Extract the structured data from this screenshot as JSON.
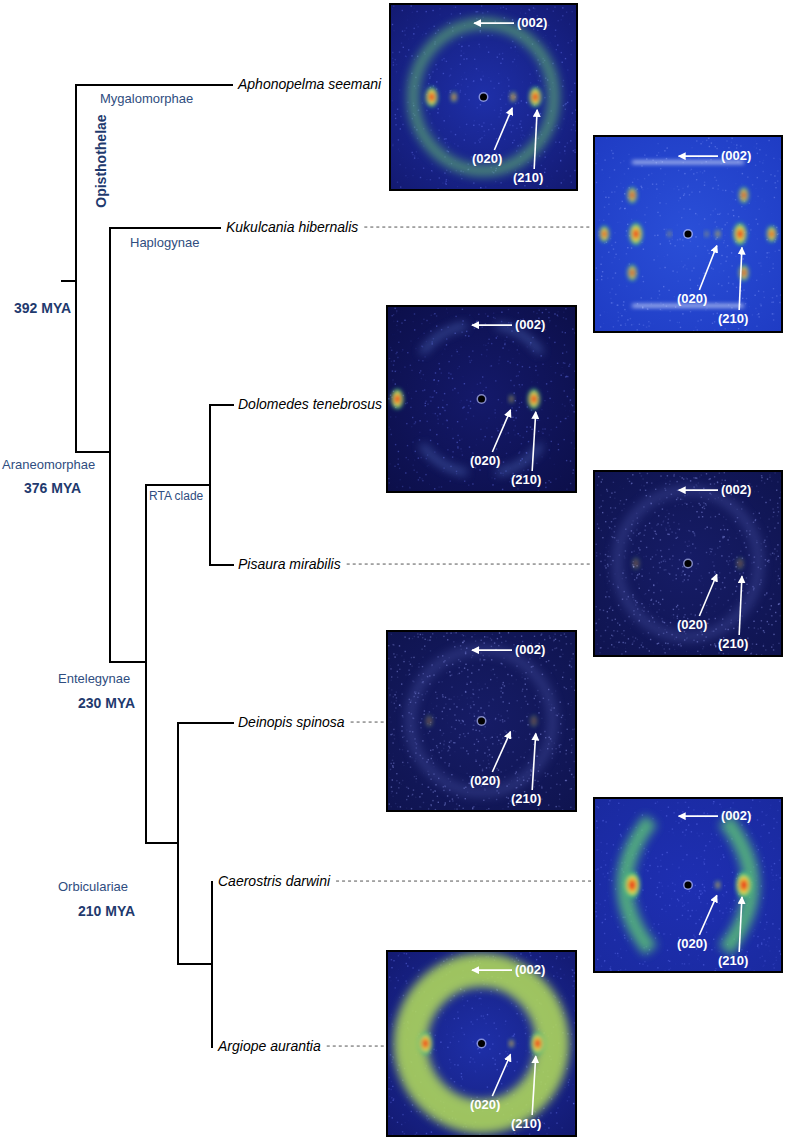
{
  "diagram": {
    "nodes": [
      {
        "text": [
          "(002)",
          "(020)",
          "(210)"
        ]
      },
      {
        "text": [
          "(002)",
          "(020)",
          "(210)"
        ]
      },
      {
        "text": [
          "(002)",
          "(020)",
          "(210)"
        ]
      },
      {
        "text": [
          "(002)",
          "(020)",
          "(210)"
        ]
      },
      {
        "text": [
          "(002)",
          "(020)",
          "(210)"
        ]
      },
      {
        "text": [
          "(002)",
          "(020)",
          "(210)"
        ]
      },
      {
        "text": [
          "(002)",
          "(020)",
          "(210)"
        ]
      }
    ],
    "labels": [
      "Opisthothelae",
      "392 MYA",
      "Mygalomorphae",
      "Aphonopelma seemani",
      "Haplogynae",
      "Kukulcania hibernalis",
      "Araneomorphae",
      "376 MYA",
      "RTA clade",
      "Dolomedes tenebrosus",
      "Pisaura mirabilis",
      "Entelegynae",
      "230 MYA",
      "Deinopis spinosa",
      "Orbiculariae",
      "210 MYA",
      "Caerostris darwini",
      "Argiope aurantia"
    ]
  }
}
